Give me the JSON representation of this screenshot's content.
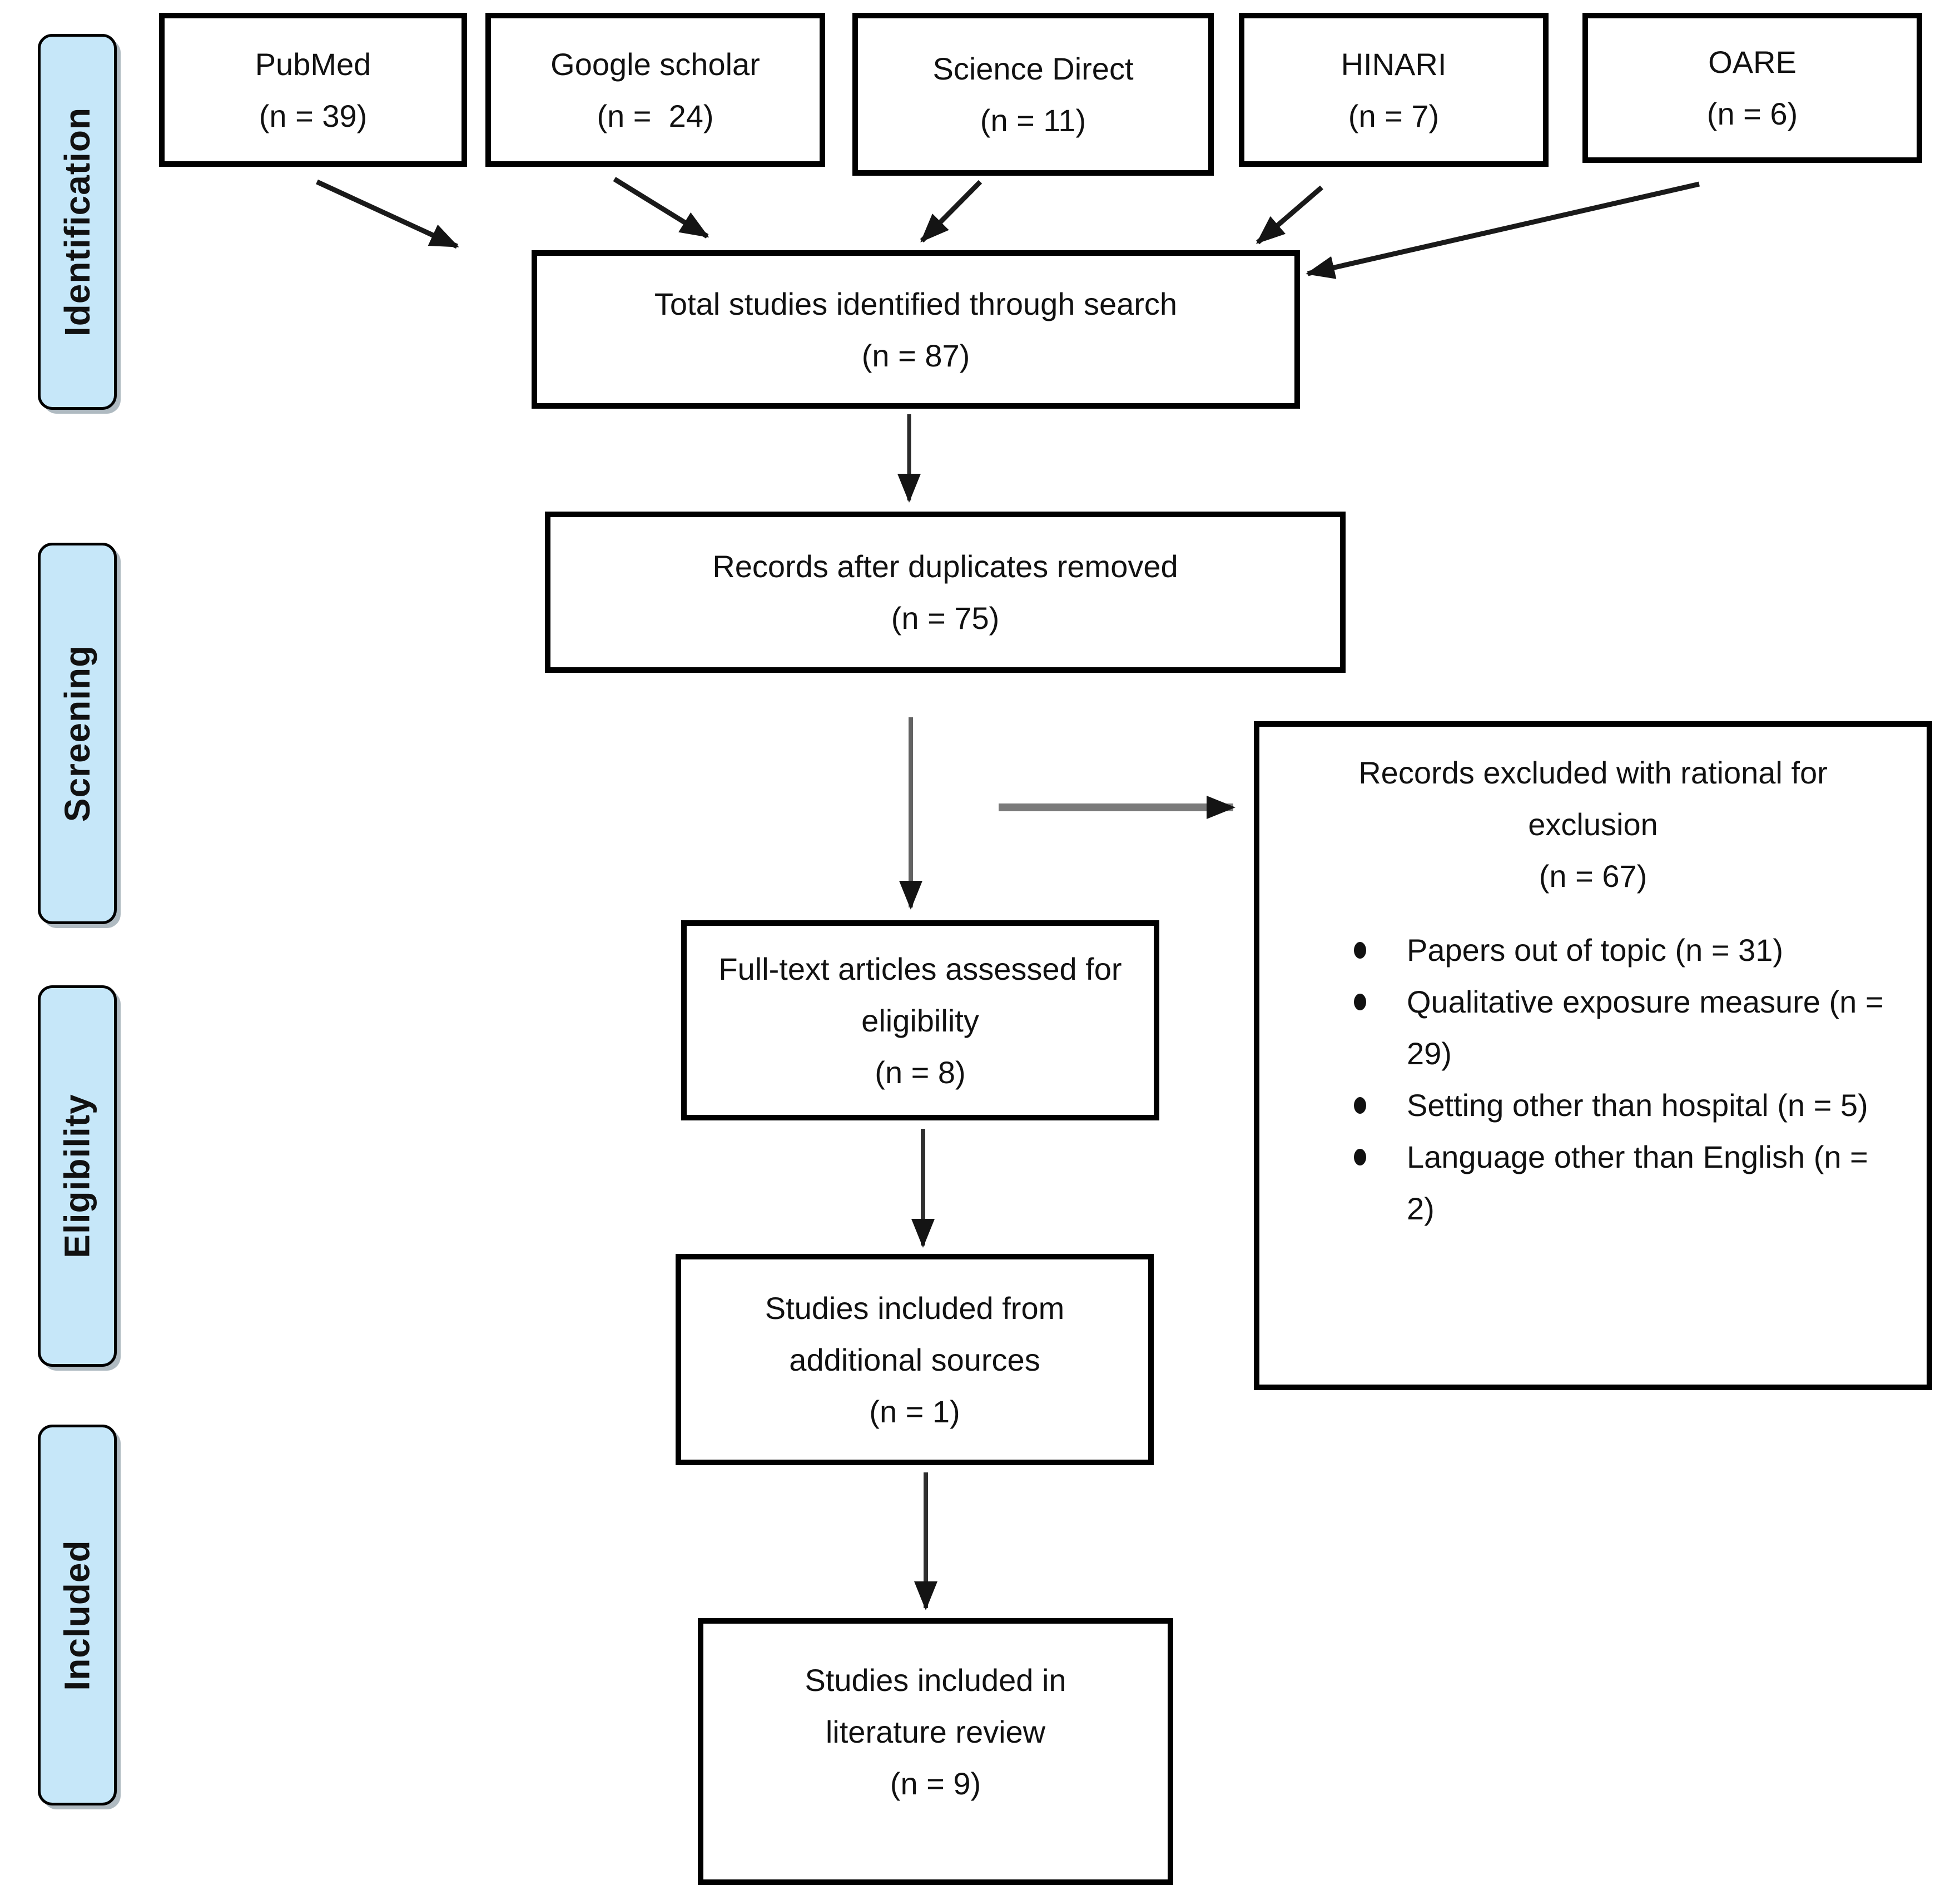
{
  "diagram": {
    "stages": [
      {
        "label": "Identification"
      },
      {
        "label": "Screening"
      },
      {
        "label": "Eligibility"
      },
      {
        "label": "Included"
      }
    ],
    "sources": [
      {
        "name": "PubMed",
        "count": "(n = 39)"
      },
      {
        "name": "Google scholar",
        "count": "(n =  24)"
      },
      {
        "name": "Science Direct",
        "count": "(n = 11)"
      },
      {
        "name": "HINARI",
        "count": "(n = 7)"
      },
      {
        "name": "OARE",
        "count": "(n = 6)"
      }
    ],
    "total_identified": {
      "text": "Total studies identified through search",
      "count": "(n = 87)"
    },
    "after_duplicates": {
      "text": "Records after duplicates removed",
      "count": "(n = 75)"
    },
    "fulltext_assessed": {
      "text": "Full-text articles assessed for eligibility",
      "count": "(n = 8)"
    },
    "additional_sources": {
      "text": "Studies included from additional sources",
      "count": "(n = 1)"
    },
    "literature_review": {
      "text": "Studies included in literature review",
      "count": "(n = 9)"
    },
    "records_excluded": {
      "title": "Records excluded with rational for exclusion",
      "count": "(n = 67)",
      "reasons": [
        "Papers out of topic (n = 31)",
        "Qualitative exposure measure (n = 29)",
        "Setting other than hospital (n = 5)",
        "Language other than English (n = 2)"
      ]
    },
    "colors": {
      "stage_fill": "#c6e7f9",
      "box_border": "#000000",
      "arrow_dark": "#1a1a1a",
      "arrow_gray": "#6e6e6e"
    }
  }
}
